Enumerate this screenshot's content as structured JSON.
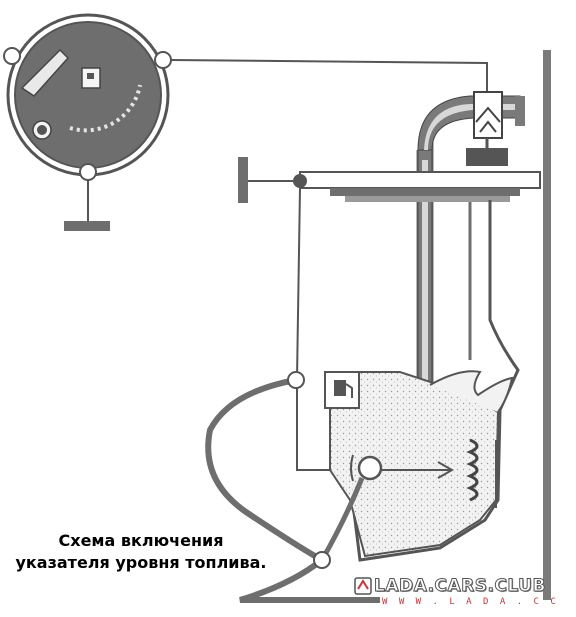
{
  "caption": {
    "line1": "Схема включения",
    "line2": "указателя уровня топлива."
  },
  "watermark": {
    "title": "LADA.CARS.CLUB",
    "url": "W W W . L A D A . C C"
  },
  "colors": {
    "line": "#555555",
    "fill_dark": "#6e6e6e",
    "fill_light": "#dcdcdc",
    "background": "#ffffff",
    "caption_text": "#000000",
    "watermark_red": "#cc3333"
  },
  "icons": [
    "fuel-pump-icon",
    "ground-symbol",
    "float-lever",
    "rheostat-coil"
  ]
}
